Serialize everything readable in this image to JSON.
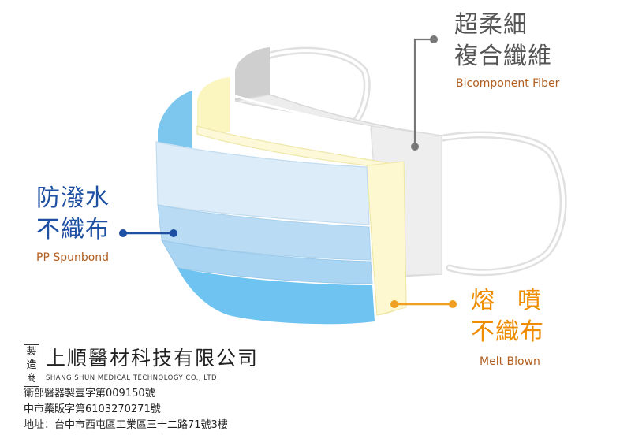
{
  "layers": {
    "outer": {
      "title_line1": "防潑水",
      "title_line2": "不織布",
      "subtitle": "PP Spunbond",
      "color": "#1d4fa3"
    },
    "middle": {
      "title_char1": "熔",
      "title_char2": "噴",
      "title_line2": "不織布",
      "subtitle": "Melt Blown",
      "color": "#f08c00"
    },
    "inner": {
      "title_line1": "超柔細",
      "title_line2": "複合纖維",
      "subtitle": "Bicomponent Fiber",
      "color": "#555555"
    }
  },
  "company": {
    "badge_chars": [
      "製",
      "造",
      "商"
    ],
    "name": "上順醫材科技有限公司",
    "name_en": "SHANG SHUN MEDICAL TECHNOLOGY CO., LTD.",
    "license_1": "衛部醫器製壹字第009150號",
    "license_2": "中市藥販字第6103270271號",
    "address": "地址：台中市西屯區工業區三十二路71號3樓"
  }
}
